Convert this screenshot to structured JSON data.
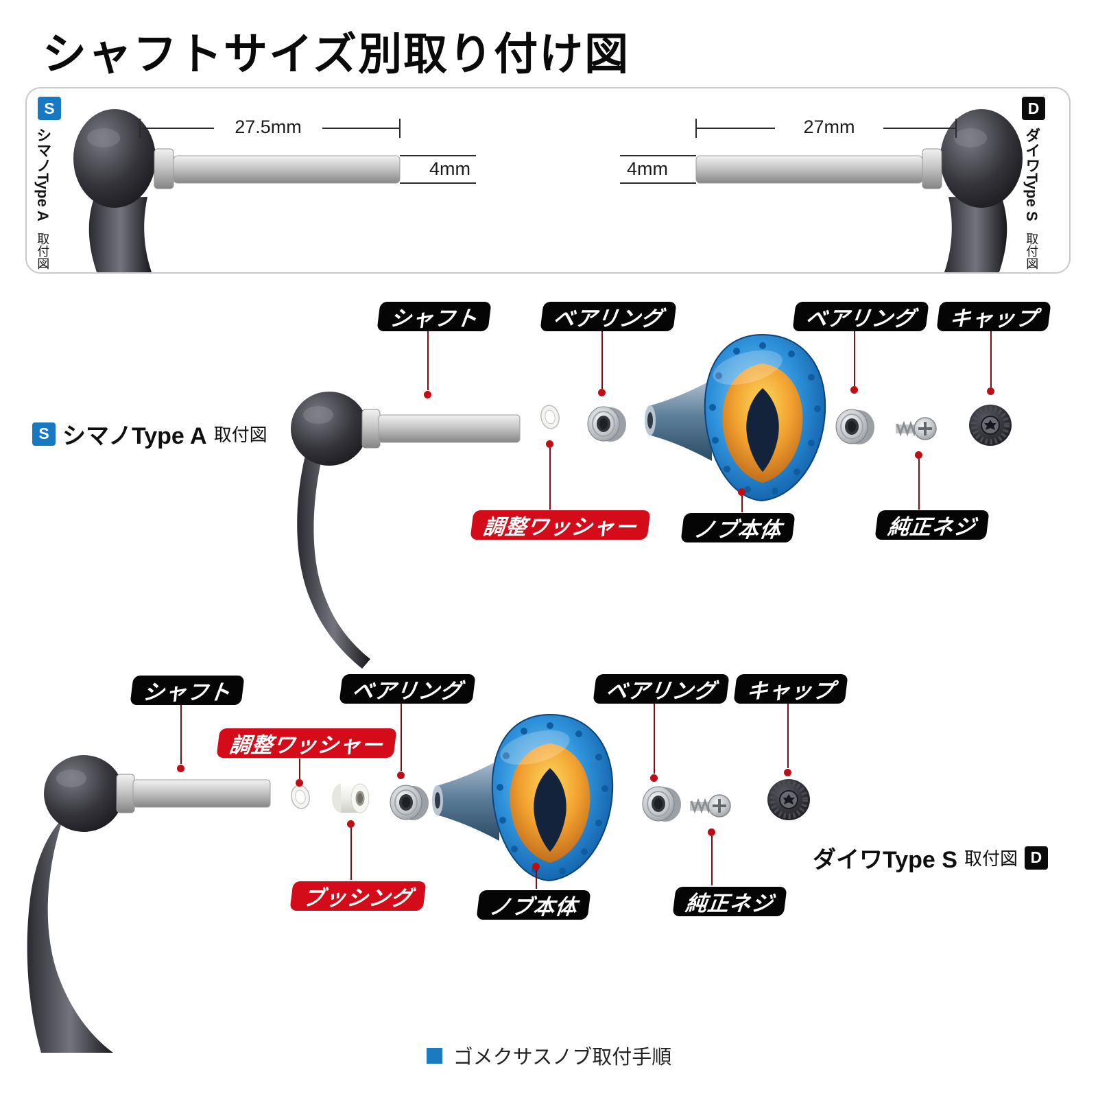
{
  "page": {
    "title": "シャフトサイズ別取り付け図",
    "footer_text": "ゴメクサスノブ取付手順"
  },
  "top_panel": {
    "left": {
      "badge": "S",
      "brand": "シマノType A",
      "suffix": "取付図",
      "length": "27.5mm",
      "diameter": "4mm"
    },
    "right": {
      "badge": "D",
      "brand": "ダイワType S",
      "suffix": "取付図",
      "length": "27mm",
      "diameter": "4mm"
    }
  },
  "section_a": {
    "badge": "S",
    "brand": "シマノType A",
    "suffix": "取付図",
    "labels": {
      "shaft": "シャフト",
      "bearing_left": "ベアリング",
      "bearing_right": "ベアリング",
      "cap": "キャップ",
      "washer": "調整ワッシャー",
      "knob": "ノブ本体",
      "screw": "純正ネジ"
    }
  },
  "section_b": {
    "badge": "D",
    "brand": "ダイワType S",
    "suffix": "取付図",
    "labels": {
      "shaft": "シャフト",
      "bearing_left": "ベアリング",
      "bearing_right": "ベアリング",
      "cap": "キャップ",
      "washer": "調整ワッシャー",
      "bushing": "ブッシング",
      "knob": "ノブ本体",
      "screw": "純正ネジ"
    }
  },
  "colors": {
    "badge_blue": "#1779c2",
    "label_black": "#050505",
    "label_red": "#d40c1a",
    "leader_line": "#7c1013",
    "leader_dot": "#bf0d16",
    "knob_blue": "#2f93db",
    "knob_amber": "#f2a130"
  }
}
